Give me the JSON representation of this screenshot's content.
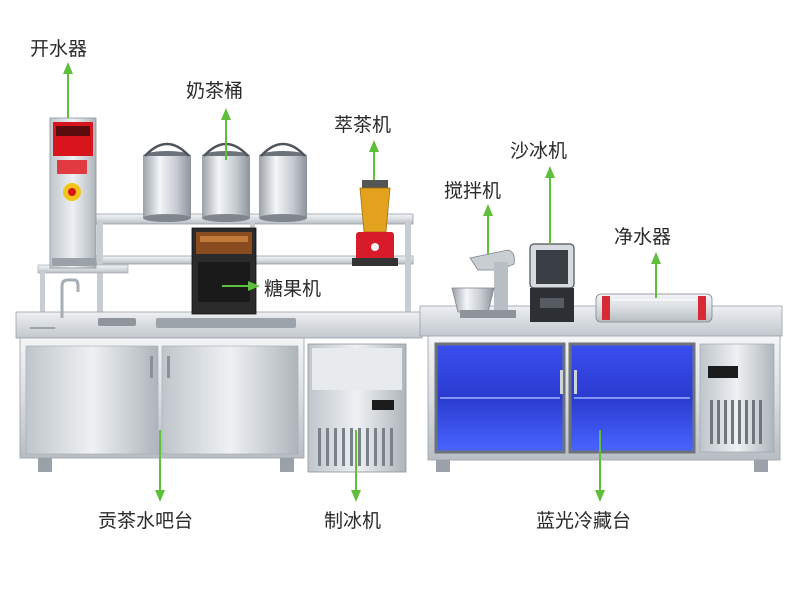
{
  "labels": {
    "water_boiler": "开水器",
    "milk_tea_bucket": "奶茶桶",
    "tea_extractor": "萃茶机",
    "mixer": "搅拌机",
    "smoothie_machine": "沙冰机",
    "water_purifier": "净水器",
    "fructose_machine": "糖果机",
    "tea_bar_counter": "贡茶水吧台",
    "ice_maker": "制冰机",
    "blue_light_fridge_counter": "蓝光冷藏台"
  },
  "colors": {
    "arrow": "#5fbf3c",
    "steel_light": "#e6e9ec",
    "steel_mid": "#c9ced3",
    "steel_dark": "#8d949b",
    "fridge_glass": "#2d3fd6",
    "fridge_glow": "#4f6bff",
    "boiler_red": "#d8141d",
    "fructose_panel": "#8a4b1f"
  },
  "icons": {
    "pointer": "arrow-up-icon"
  }
}
